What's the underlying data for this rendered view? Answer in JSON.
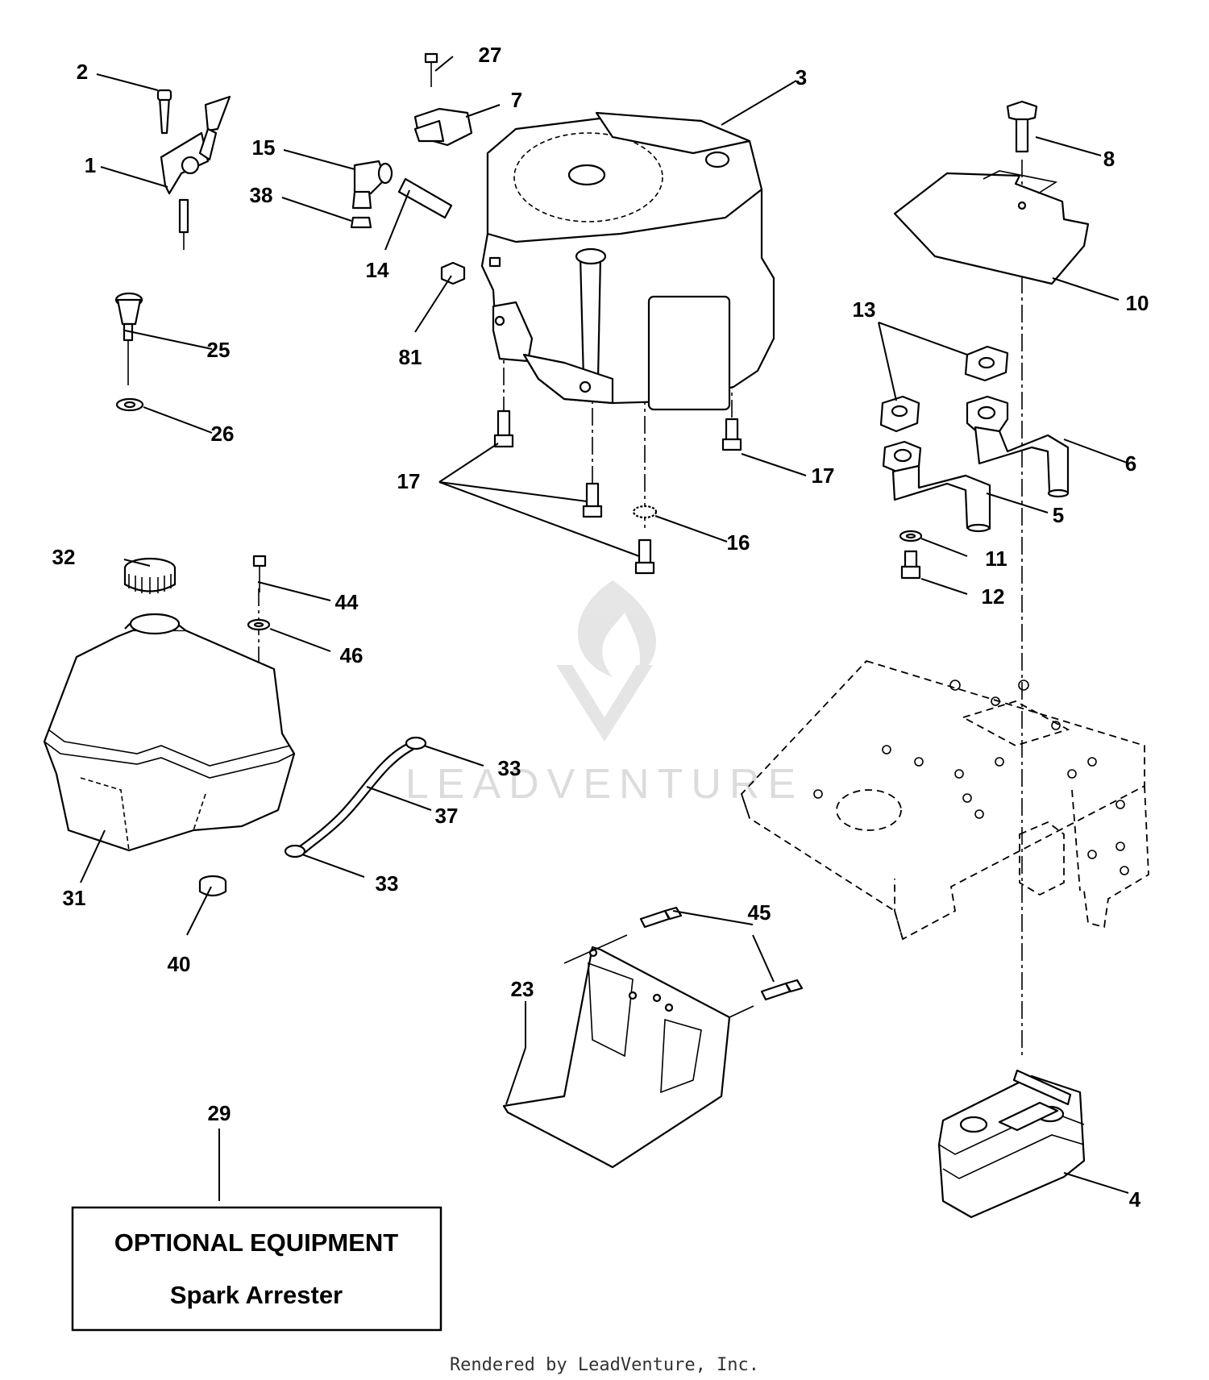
{
  "callouts": {
    "c1": "1",
    "c2": "2",
    "c3": "3",
    "c4": "4",
    "c5": "5",
    "c6": "6",
    "c7": "7",
    "c8": "8",
    "c10": "10",
    "c11": "11",
    "c12": "12",
    "c13": "13",
    "c14": "14",
    "c15": "15",
    "c16": "16",
    "c17a": "17",
    "c17b": "17",
    "c23": "23",
    "c25": "25",
    "c26": "26",
    "c27": "27",
    "c29": "29",
    "c31": "31",
    "c32": "32",
    "c33a": "33",
    "c33b": "33",
    "c37": "37",
    "c38": "38",
    "c40": "40",
    "c44": "44",
    "c45": "45",
    "c46": "46",
    "c81": "81"
  },
  "optional_box": {
    "title": "OPTIONAL EQUIPMENT",
    "item": "Spark Arrester"
  },
  "watermark": {
    "text": "LEADVENTURE"
  },
  "footer": {
    "text": "Rendered by LeadVenture, Inc."
  }
}
